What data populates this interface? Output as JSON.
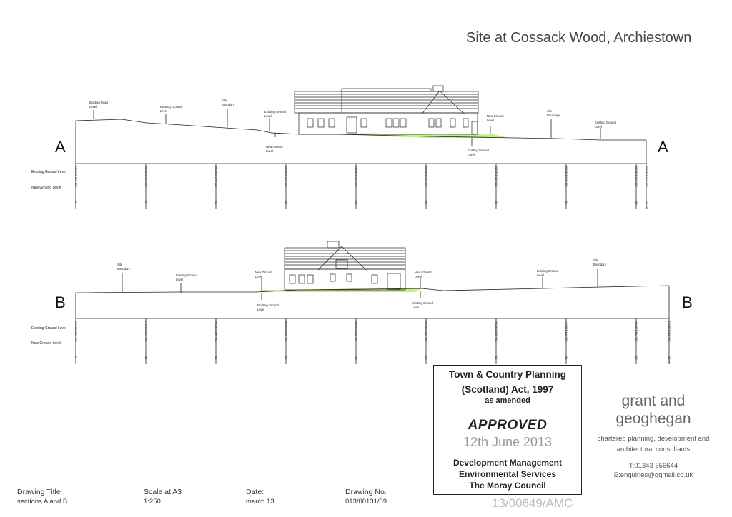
{
  "title": "Site at Cossack Wood, Archiestown",
  "section_a": {
    "letter_left": "A",
    "letter_right": "A",
    "row_labels": [
      "Existing Ground Level",
      "New Ground Level"
    ],
    "annotations": {
      "existing_road": [
        "Existing Road",
        "Level"
      ],
      "existing_ground_1": [
        "Existing Ground",
        "Level"
      ],
      "site_boundary_1": [
        "Site",
        "Boundary"
      ],
      "existing_ground_2": [
        "Existing Ground",
        "Level"
      ],
      "new_ground_1": [
        "New Ground",
        "Level"
      ],
      "new_ground_2": [
        "New Ground",
        "Level"
      ],
      "existing_ground_3": [
        "Existing Ground",
        "Level"
      ],
      "site_boundary_2": [
        "Site",
        "Boundary"
      ],
      "existing_ground_4": [
        "Existing Ground",
        "Level"
      ]
    },
    "levels": [
      "201.385 201.385",
      "200.699 200.699",
      "200.341 200.341",
      "195.392 199.979",
      "198.222 198.422",
      "198.350 198.896",
      "198.065 198.133",
      "198.000 198.002",
      "198.968 198.968",
      "198.149 198.149"
    ],
    "chainages": [
      "0",
      "10",
      "20",
      "30",
      "40",
      "50",
      "60",
      "70",
      "80",
      "81.56"
    ]
  },
  "section_b": {
    "letter_left": "B",
    "letter_right": "B",
    "row_labels": [
      "Existing Ground Level",
      "New Ground Level"
    ],
    "annotations": {
      "site_boundary_1": [
        "Site",
        "Boundary"
      ],
      "existing_ground_1": [
        "Existing Ground",
        "Level"
      ],
      "new_ground_1": [
        "New Ground",
        "Level"
      ],
      "existing_ground_2": [
        "Existing Ground",
        "Level"
      ],
      "new_ground_2": [
        "New Ground",
        "Level"
      ],
      "existing_ground_3": [
        "Existing Ground",
        "Level"
      ],
      "existing_ground_4": [
        "Existing Ground",
        "Level"
      ],
      "site_boundary_2": [
        "Site",
        "Boundary"
      ]
    },
    "levels": [
      "199.050 199.050",
      "199.125 199.125",
      "198.942 198.942",
      "199.008 199.008",
      "198.350 198.082",
      "198.288 198.288",
      "198.580 198.580",
      "198.574 198.574",
      "198.704 198.704",
      "198.828 198.828"
    ],
    "chainages": [
      "0",
      "10",
      "20",
      "30",
      "42",
      "53",
      "63",
      "73",
      "83",
      "94.09"
    ]
  },
  "stamp": {
    "line1": "Town & Country Planning",
    "line2": "(Scotland) Act, 1997",
    "line3": "as amended",
    "status": "APPROVED",
    "date": "12th June 2013",
    "line6": "Development Management",
    "line7": "Environmental Services",
    "line8": "The Moray Council",
    "reference": "13/00649/AMC"
  },
  "firm": {
    "name_line1": "grant and",
    "name_line2": "geoghegan",
    "desc_line1": "chartered planning, development and",
    "desc_line2": "architectural consultants",
    "phone": "T:01343 556644",
    "email": "E:enquiries@ggmail.co.uk"
  },
  "title_block": {
    "drawing_title_label": "Drawing Title",
    "drawing_title": "sections A and B",
    "scale_label": "Scale at A3",
    "scale": "1:250",
    "date_label": "Date:",
    "date": "march 13",
    "drawing_no_label": "Drawing No.",
    "drawing_no": "013/00131/09"
  },
  "colors": {
    "new_ground_fill": "#c8ec8c",
    "line": "#222222"
  }
}
